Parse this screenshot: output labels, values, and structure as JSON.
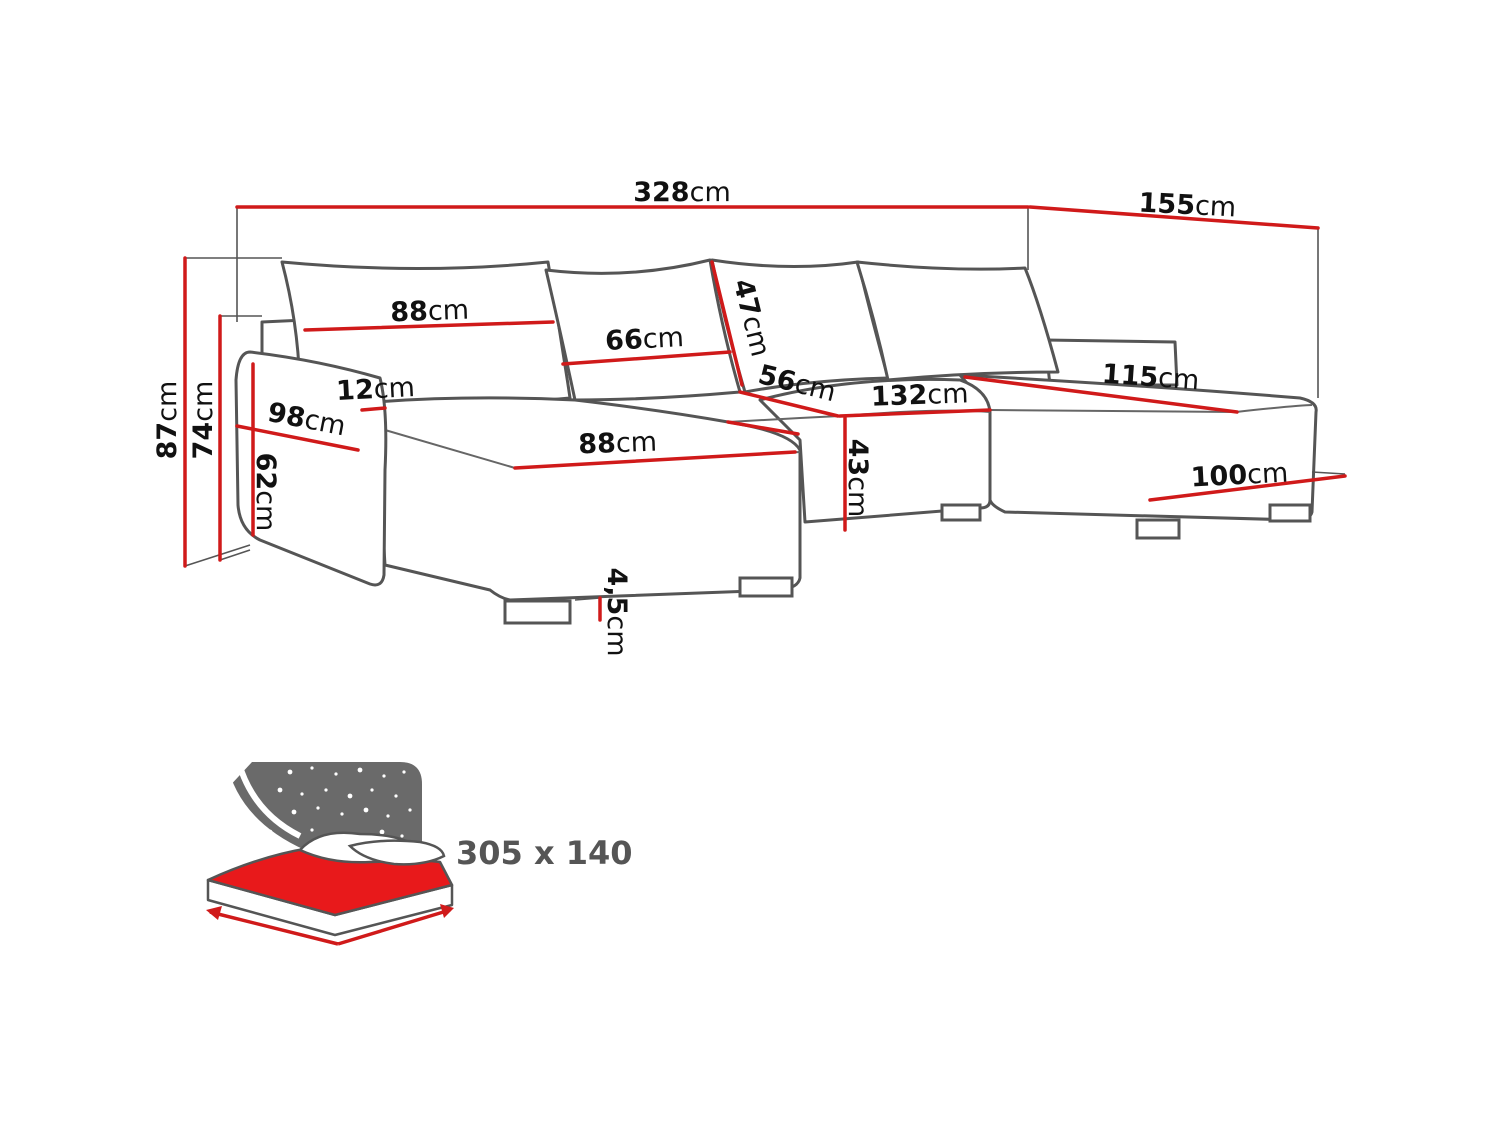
{
  "colors": {
    "outline": "#555555",
    "dimension_line": "#d01a1a",
    "mattress": "#e8191b",
    "night_bg": "#6a6a6a",
    "text": "#111111",
    "bed_text": "#555555"
  },
  "dimensions": {
    "total_width": {
      "num": "328",
      "unit": "cm"
    },
    "chaise_width": {
      "num": "155",
      "unit": "cm"
    },
    "total_height": {
      "num": "87",
      "unit": "cm"
    },
    "back_height": {
      "num": "74",
      "unit": "cm"
    },
    "armrest_height": {
      "num": "62",
      "unit": "cm"
    },
    "armrest_depth": {
      "num": "98",
      "unit": "cm"
    },
    "armrest_width": {
      "num": "12",
      "unit": "cm"
    },
    "cushion_left_width": {
      "num": "88",
      "unit": "cm"
    },
    "cushion_mid_width": {
      "num": "66",
      "unit": "cm"
    },
    "cushion_height": {
      "num": "47",
      "unit": "cm"
    },
    "seat_depth": {
      "num": "56",
      "unit": "cm"
    },
    "middle_width": {
      "num": "132",
      "unit": "cm"
    },
    "seat_height": {
      "num": "43",
      "unit": "cm"
    },
    "chaise_left_width": {
      "num": "88",
      "unit": "cm"
    },
    "right_seat_length": {
      "num": "115",
      "unit": "cm"
    },
    "right_front_width": {
      "num": "100",
      "unit": "cm"
    },
    "leg_height": {
      "num": "4,5",
      "unit": "cm"
    }
  },
  "sleeping_area": {
    "label": "305 x 140",
    "icon": "sleeping-function-icon"
  }
}
